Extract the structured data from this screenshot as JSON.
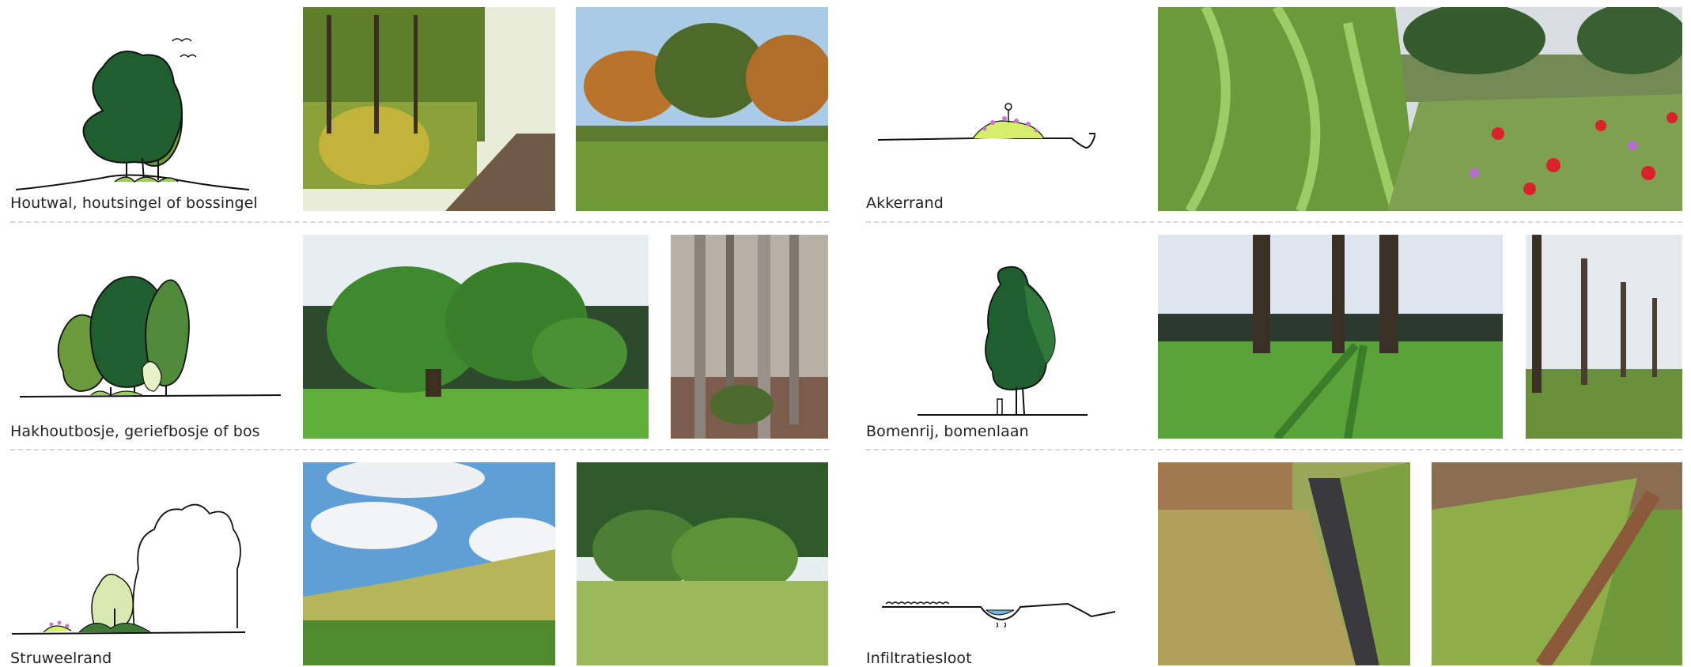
{
  "rows": [
    {
      "left_label": "Houtwal, houtsingel of bossingel",
      "right_label": "Akkerrand"
    },
    {
      "left_label": "Hakhoutbosje, geriefbosje of bos",
      "right_label": "Bomenrij, bomenlaan"
    },
    {
      "left_label": "Struweelrand",
      "right_label": "Infiltratiesloot"
    }
  ],
  "colors": {
    "dark_green": "#1f5e2e",
    "mid_green": "#3f7a35",
    "light_green": "#7aa34a",
    "divider": "#d6d6d6",
    "water": "#6fb7d8",
    "flower": "#c873d6"
  }
}
